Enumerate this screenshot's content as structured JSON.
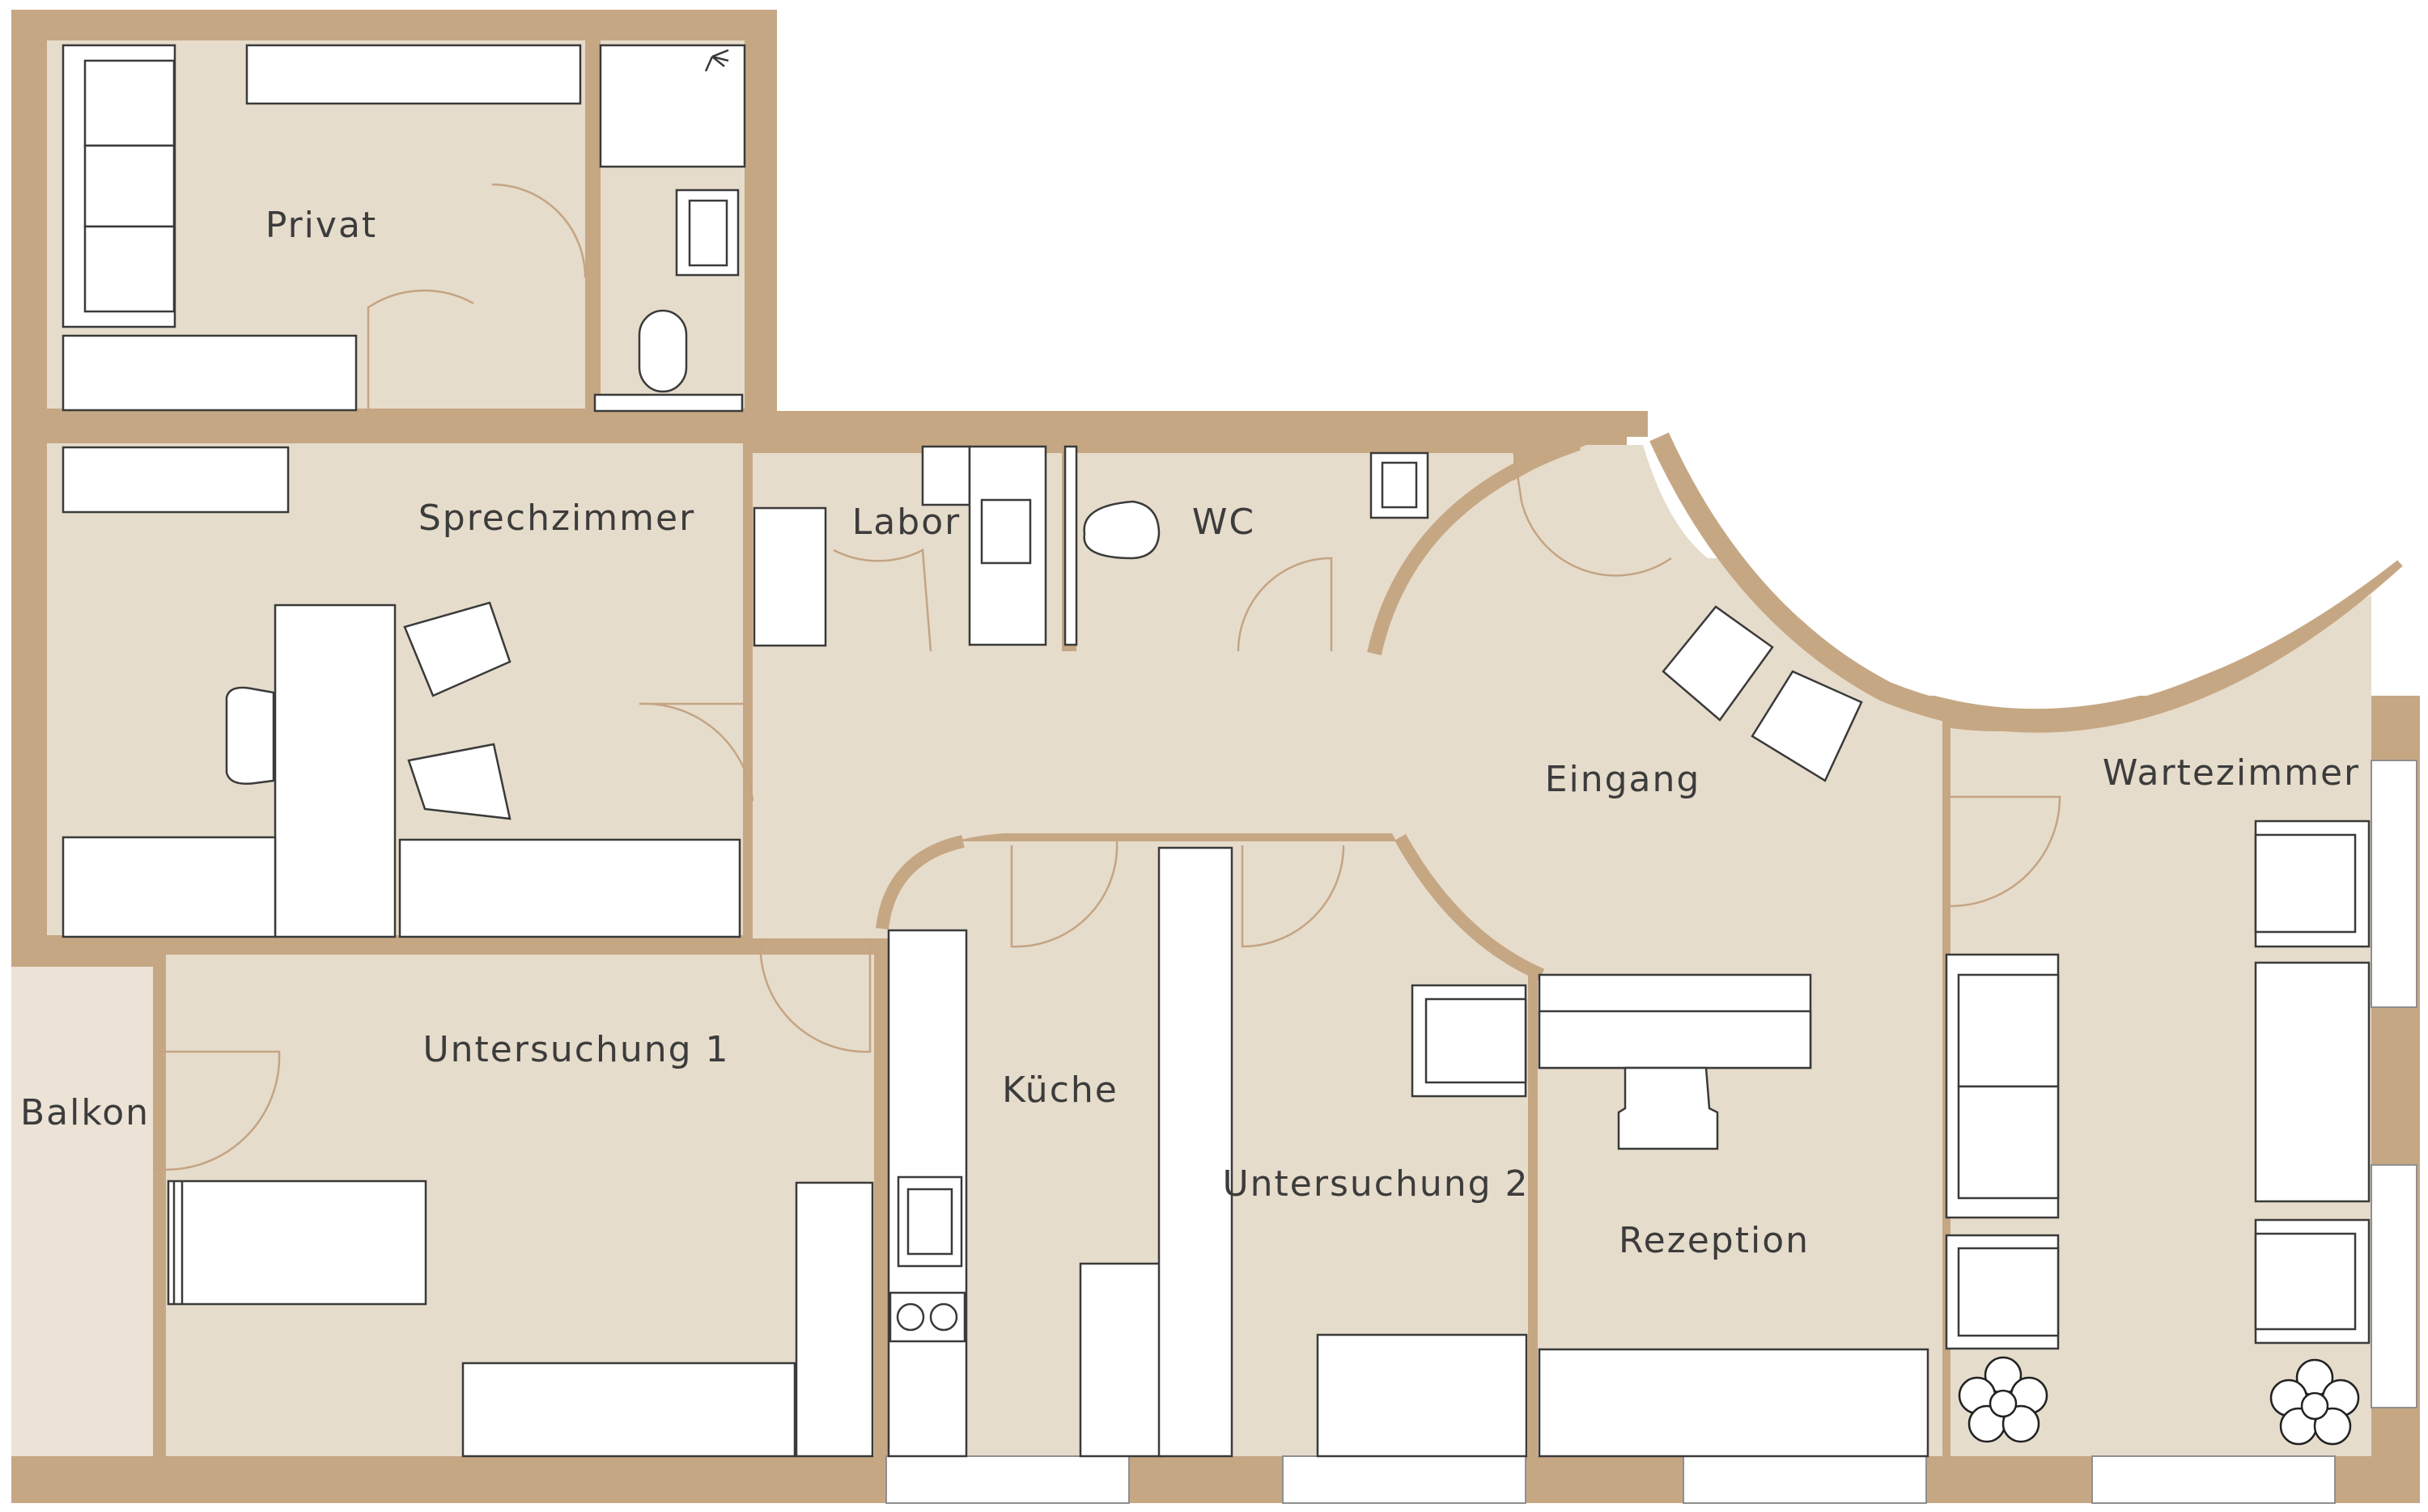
{
  "plan": {
    "rooms": [
      {
        "id": "privat",
        "label": "Privat"
      },
      {
        "id": "sprechzimmer",
        "label": "Sprechzimmer"
      },
      {
        "id": "labor",
        "label": "Labor"
      },
      {
        "id": "wc",
        "label": "WC"
      },
      {
        "id": "eingang",
        "label": "Eingang"
      },
      {
        "id": "wartezimmer",
        "label": "Wartezimmer"
      },
      {
        "id": "untersuchung1",
        "label": "Untersuchung 1"
      },
      {
        "id": "balkon",
        "label": "Balkon"
      },
      {
        "id": "kueche",
        "label": "Küche"
      },
      {
        "id": "untersuchung2",
        "label": "Untersuchung 2"
      },
      {
        "id": "rezeption",
        "label": "Rezeption"
      }
    ],
    "colors": {
      "wall": "#c6a784",
      "floor": "#e6dccb",
      "balcony": "#ece3d6",
      "furniture": "#ffffff",
      "outline": "#3a3a3a"
    },
    "icons": [
      "shower-icon",
      "toilet-icon",
      "sink-icon",
      "stove-icon",
      "plant-icon",
      "chair-icon",
      "sofa-icon",
      "bed-icon"
    ]
  }
}
